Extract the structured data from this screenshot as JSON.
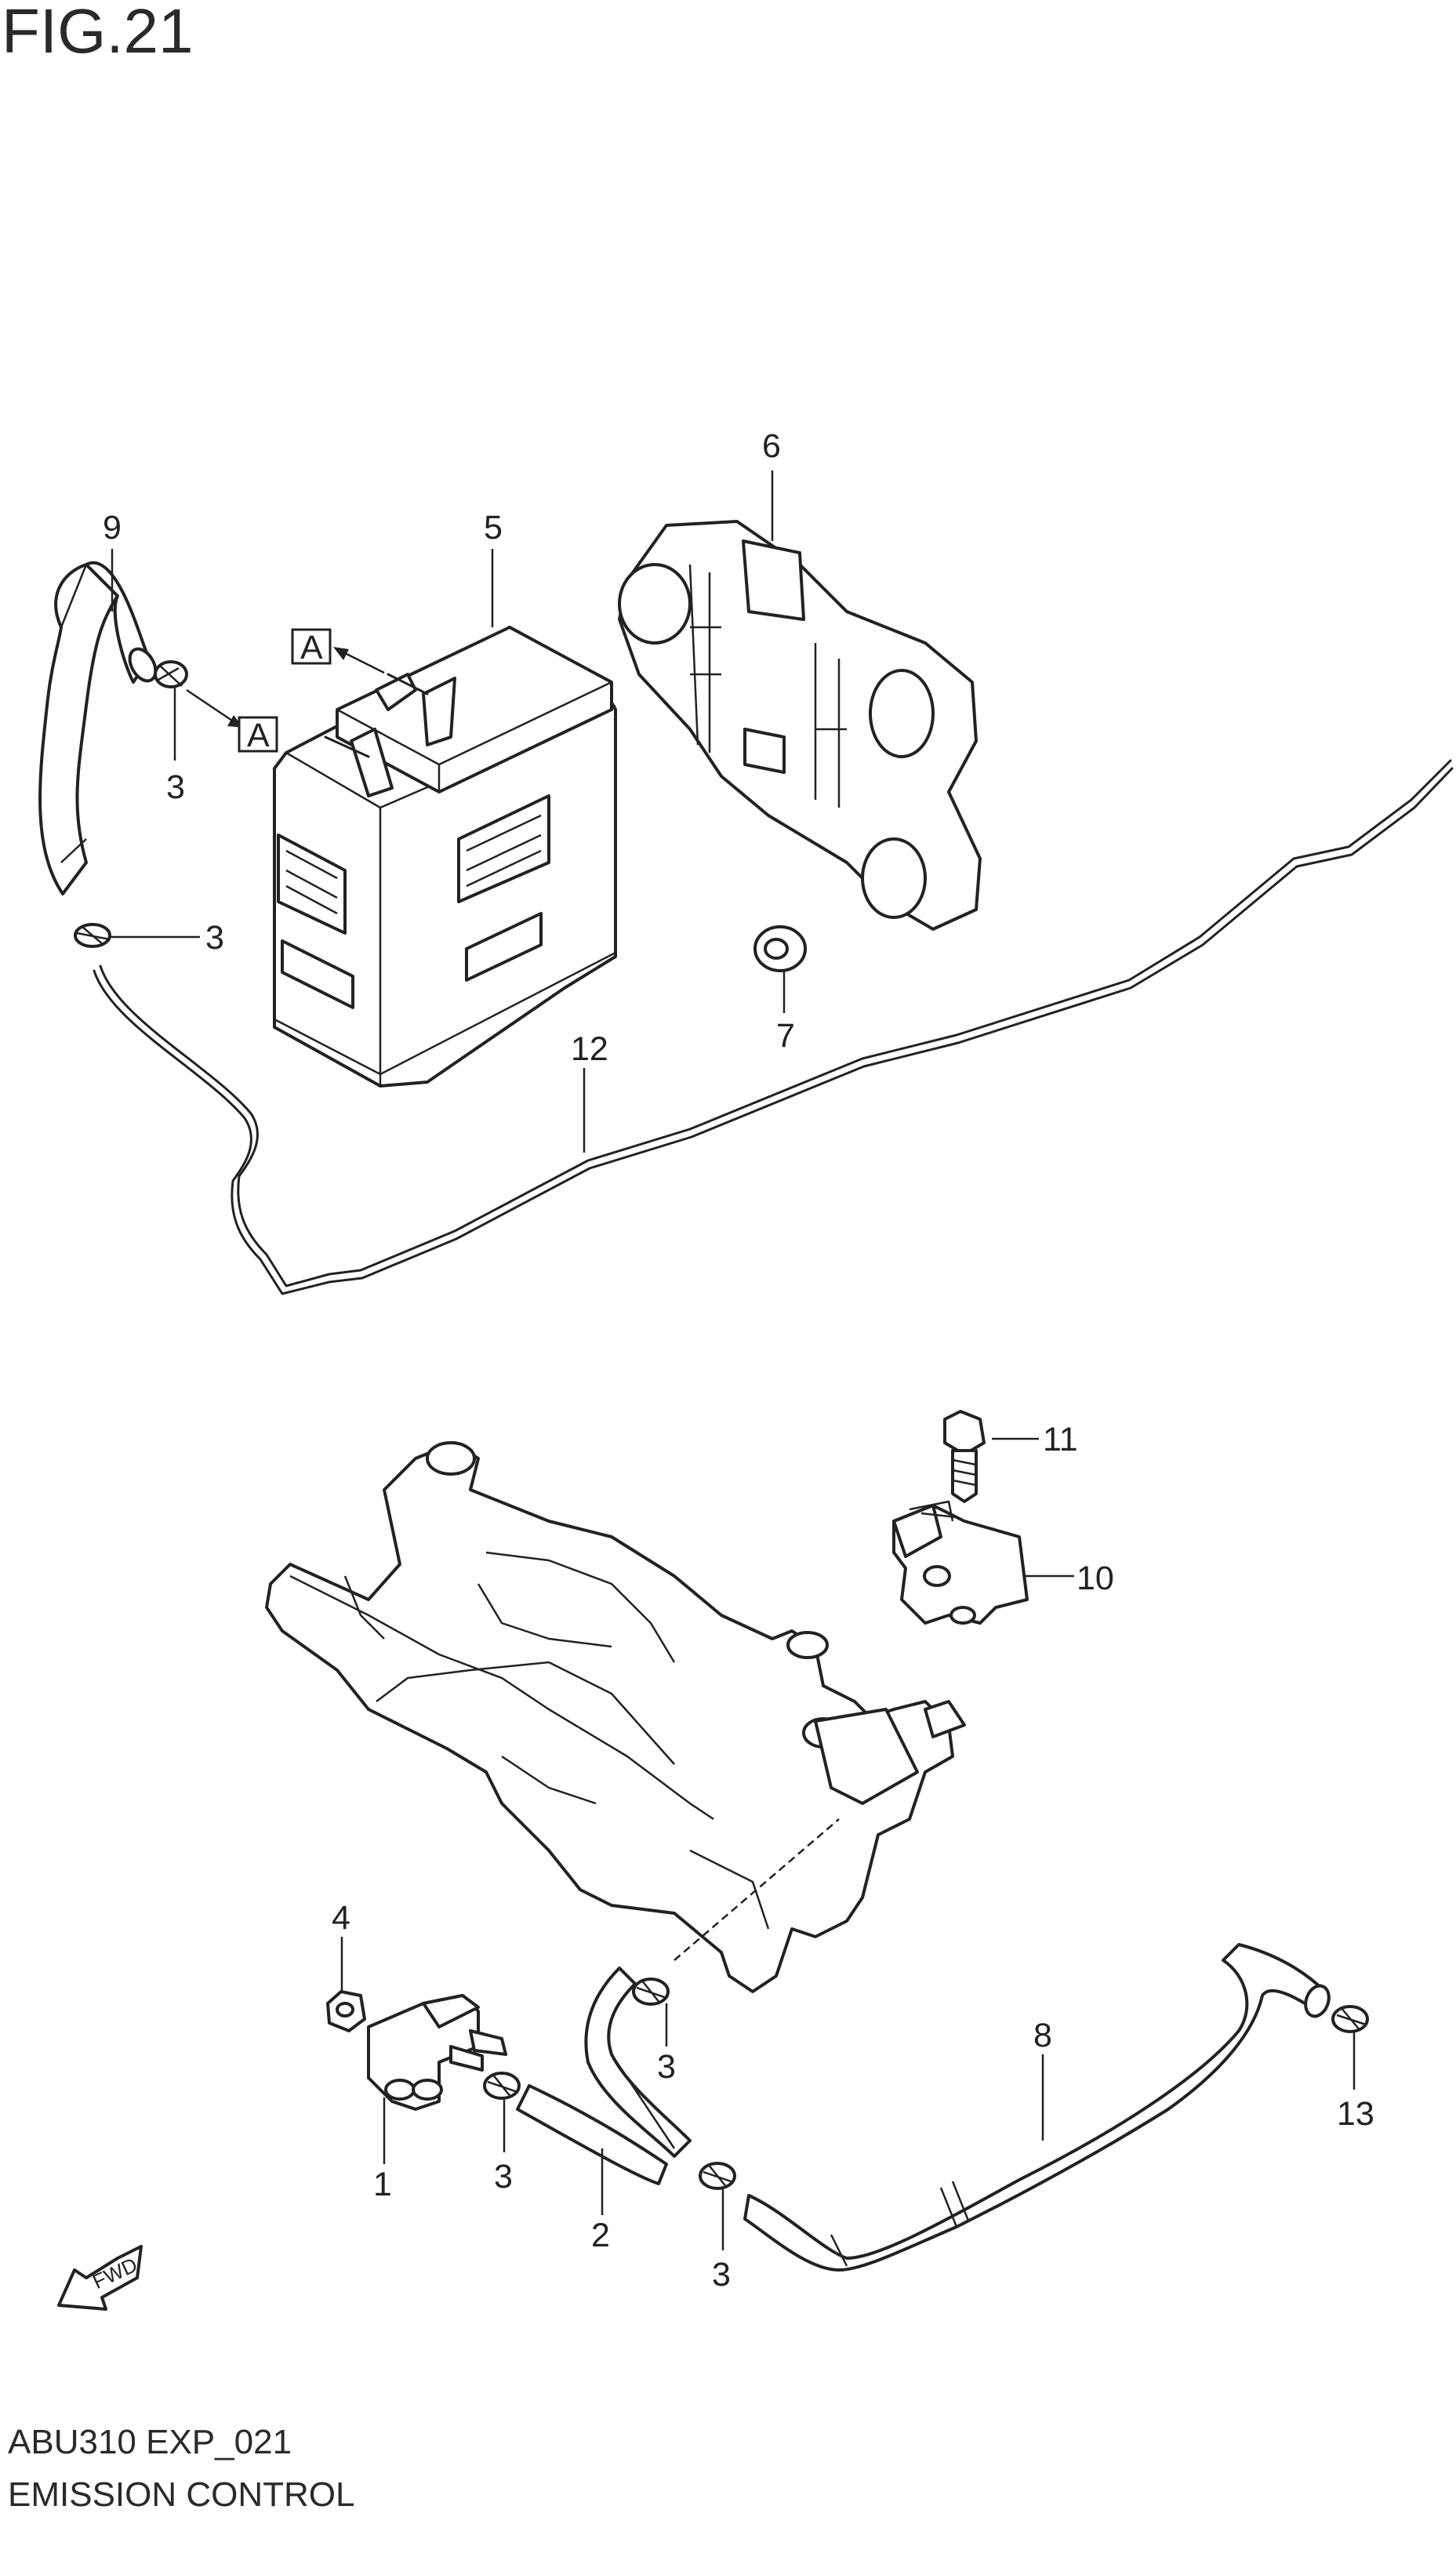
{
  "figure": {
    "title": "FIG.21"
  },
  "callouts": [
    {
      "id": "1",
      "text": "1"
    },
    {
      "id": "2",
      "text": "2"
    },
    {
      "id": "3a",
      "text": "3"
    },
    {
      "id": "3b",
      "text": "3"
    },
    {
      "id": "3c",
      "text": "3"
    },
    {
      "id": "3d",
      "text": "3"
    },
    {
      "id": "3e",
      "text": "3"
    },
    {
      "id": "4",
      "text": "4"
    },
    {
      "id": "5",
      "text": "5"
    },
    {
      "id": "6",
      "text": "6"
    },
    {
      "id": "7",
      "text": "7"
    },
    {
      "id": "8",
      "text": "8"
    },
    {
      "id": "9",
      "text": "9"
    },
    {
      "id": "10",
      "text": "10"
    },
    {
      "id": "11",
      "text": "11"
    },
    {
      "id": "12",
      "text": "12"
    },
    {
      "id": "13",
      "text": "13"
    }
  ],
  "reference_marks": [
    {
      "id": "a1",
      "text": "A"
    },
    {
      "id": "a2",
      "text": "A"
    }
  ],
  "fwd_arrow": {
    "text": "FWD",
    "icon": "fwd-arrow-icon"
  },
  "footer": {
    "code": "ABU310 EXP_021",
    "title": "EMISSION CONTROL"
  }
}
